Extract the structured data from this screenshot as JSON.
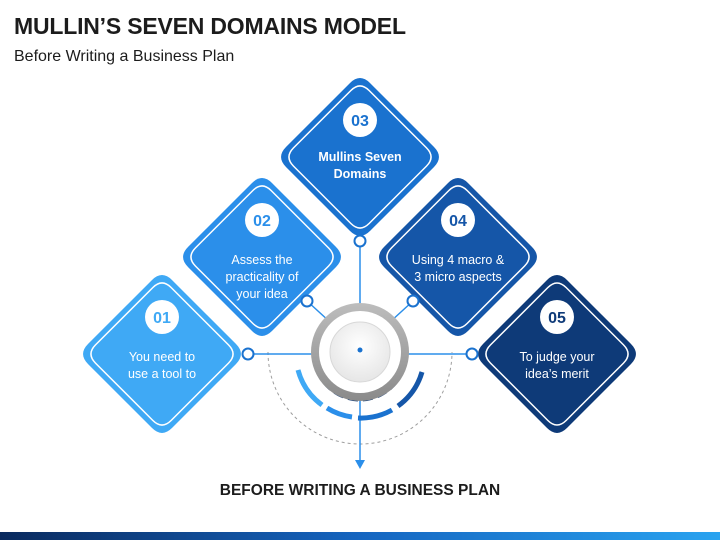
{
  "header": {
    "title": "MULLIN’S SEVEN DOMAINS MODEL",
    "subtitle": "Before Writing a Business Plan"
  },
  "steps": [
    {
      "number": "01",
      "lines": [
        "You need to",
        "use a tool to"
      ],
      "color": "#3fa9f5"
    },
    {
      "number": "02",
      "lines": [
        "Assess the",
        "practicality of",
        "your idea"
      ],
      "color": "#2b8fea"
    },
    {
      "number": "03",
      "lines": [
        "Mullins Seven",
        "Domains"
      ],
      "color": "#1a72cf"
    },
    {
      "number": "04",
      "lines": [
        "Using 4 macro &",
        "3 micro aspects"
      ],
      "color": "#1556a8"
    },
    {
      "number": "05",
      "lines": [
        "To judge your",
        "idea’s merit"
      ],
      "color": "#0e3a78"
    }
  ],
  "footer_label": "BEFORE WRITING A BUSINESS PLAN",
  "colors": {
    "connector": "#2b8fea",
    "arc_dark": "#0e3a78",
    "arc_mid": "#1a72cf",
    "arc_light": "#3fa9f5",
    "hub_ring": "#9e9e9e"
  }
}
